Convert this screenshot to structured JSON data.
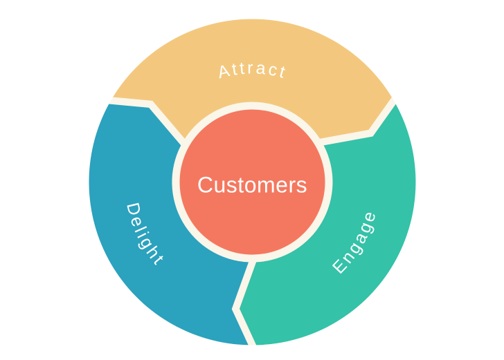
{
  "diagram": {
    "type": "flywheel",
    "background_color": "#FFFFFF",
    "gap_color": "#FAF6E9",
    "label_color": "#FFFFFF",
    "center": {
      "label": "Customers",
      "color": "#F4785F"
    },
    "segments": [
      {
        "id": "attract",
        "label": "Attract",
        "color": "#F3C87E",
        "position": "top"
      },
      {
        "id": "engage",
        "label": "Engage",
        "color": "#34C2A8",
        "position": "bottom-right"
      },
      {
        "id": "delight",
        "label": "Delight",
        "color": "#2BA2BE",
        "position": "bottom-left"
      }
    ]
  }
}
